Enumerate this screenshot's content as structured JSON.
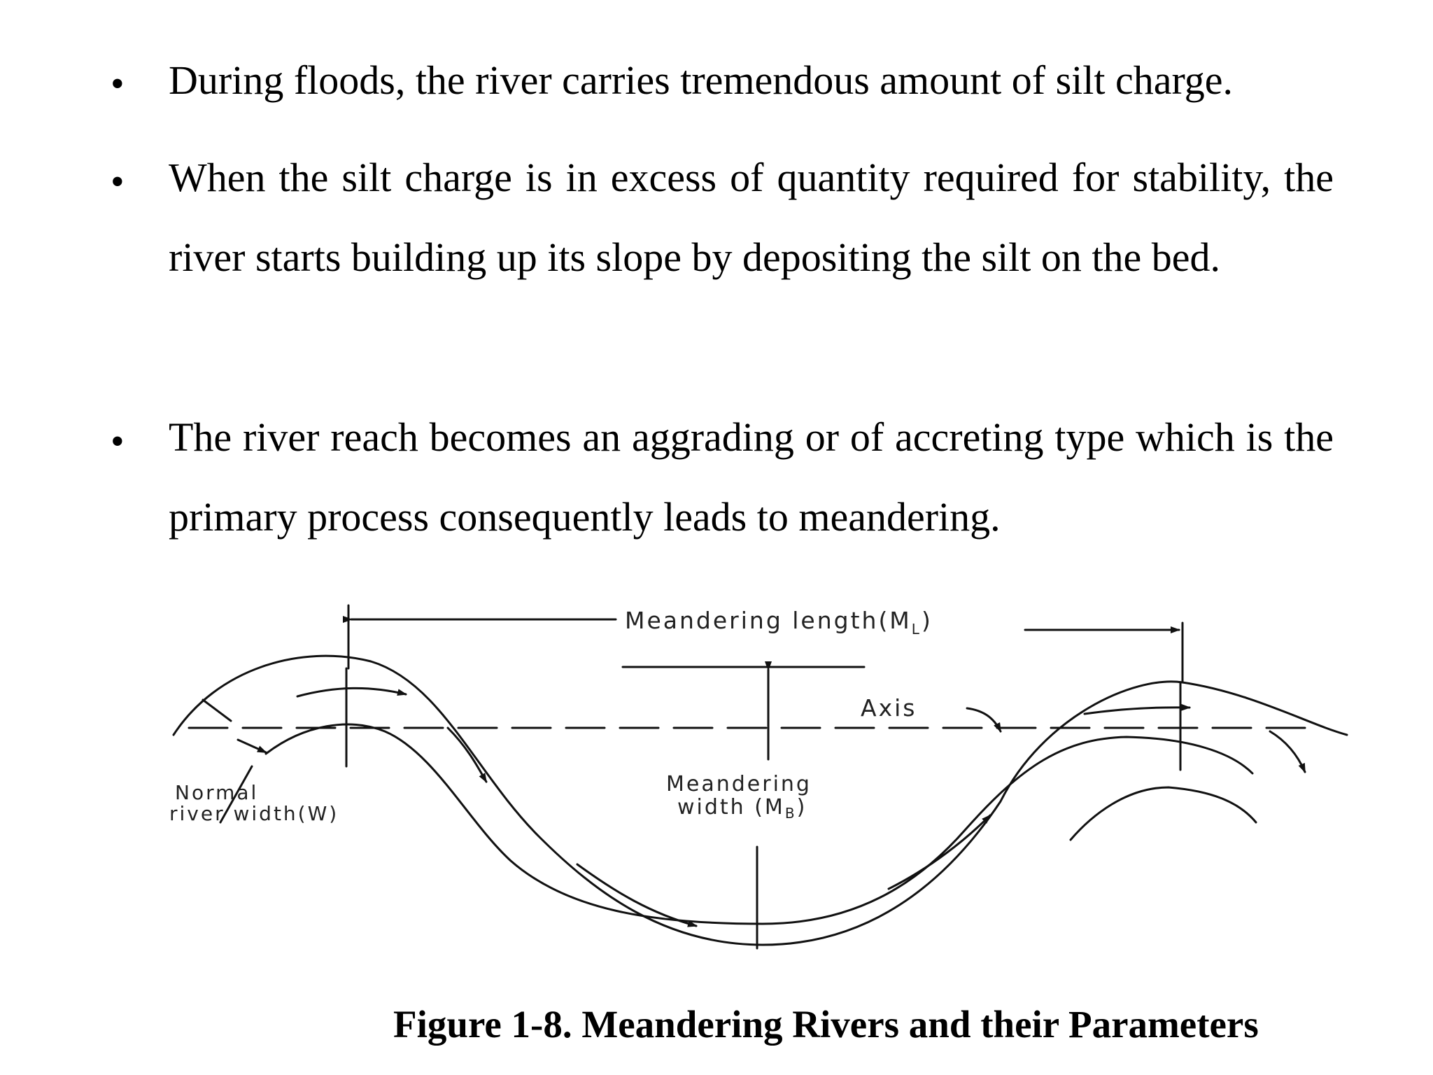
{
  "bullets": [
    {
      "marker": "•",
      "text": "During floods, the river carries tremendous amount of silt charge."
    },
    {
      "marker": "•",
      "text": "When the silt charge is in excess of quantity required for stability, the river starts building up its slope by depositing the silt on the bed."
    },
    {
      "marker": "•",
      "text": "The river reach becomes an aggrading or of accreting type which is the primary process consequently leads to meandering."
    }
  ],
  "figure": {
    "labels": {
      "meandering_length": "Meandering length(M",
      "meandering_length_sub": "L",
      "axis": "Axis",
      "normal_width_line1": "Normal",
      "normal_width_line2": "river width(W)",
      "meandering_width_line1": "Meandering",
      "meandering_width_line2": "width (M",
      "meandering_width_sub": "B"
    },
    "caption": "Figure 1-8. Meandering Rivers and their Parameters"
  }
}
